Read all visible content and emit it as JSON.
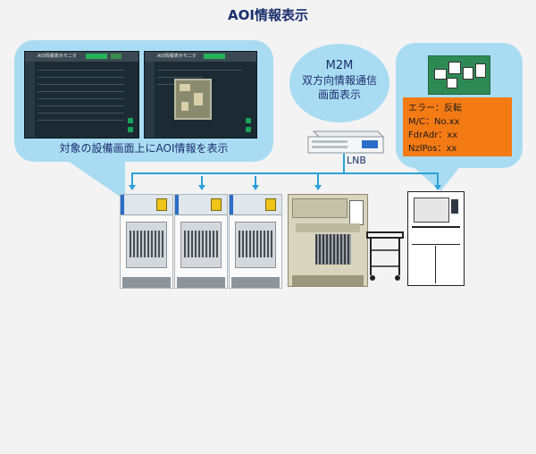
{
  "title": "AOI情報表示",
  "left_bubble": {
    "caption": "対象の設備画面上にAOI情報を表示",
    "screen1": {
      "caption": "AOI情報表示モニタ"
    },
    "screen2": {
      "caption": "AOI情報表示モニタ"
    }
  },
  "m2m": {
    "line1": "M2M",
    "line2": "双方向情報通信",
    "line3": "画面表示"
  },
  "server_label": "LNB",
  "info_box": {
    "lines": [
      "エラー：反転",
      "M/C：No.xx",
      "FdrAdr：xx",
      "NzlPos：xx"
    ]
  },
  "colors": {
    "bubble": "#a9dcf2",
    "line": "#29a1d8",
    "info_box": "#f47a14",
    "title": "#1a2f6e"
  }
}
